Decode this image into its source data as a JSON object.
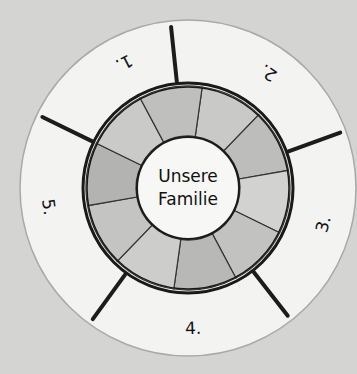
{
  "diagram": {
    "nodes": [
      {
        "text": [
          "Unsere Familie"
        ]
      }
    ],
    "labels": [
      "1.",
      "2.",
      "3.",
      "4.",
      "5."
    ]
  }
}
